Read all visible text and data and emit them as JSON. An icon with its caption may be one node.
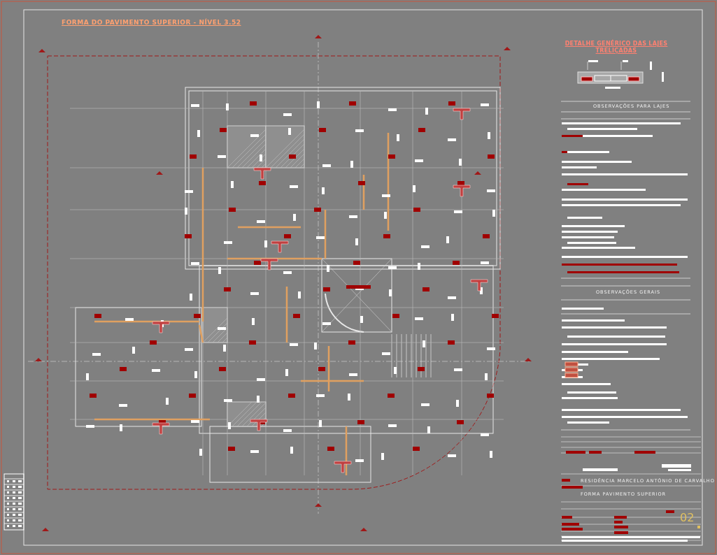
{
  "diagram": {
    "title": "FORMA DO PAVIMENTO SUPERIOR - NÍVEL 3.52",
    "labels": [
      "DETALHE GENÉRICO DAS LAJES TRELIÇADAS",
      "OBSERVAÇÕES PARA LAJES",
      "OBSERVAÇÕES GERAIS",
      "RESIDÊNCIA MARCELO ANTÔNIO DE CARVALHO",
      "FORMA PAVIMENTO SUPERIOR",
      "02"
    ]
  }
}
